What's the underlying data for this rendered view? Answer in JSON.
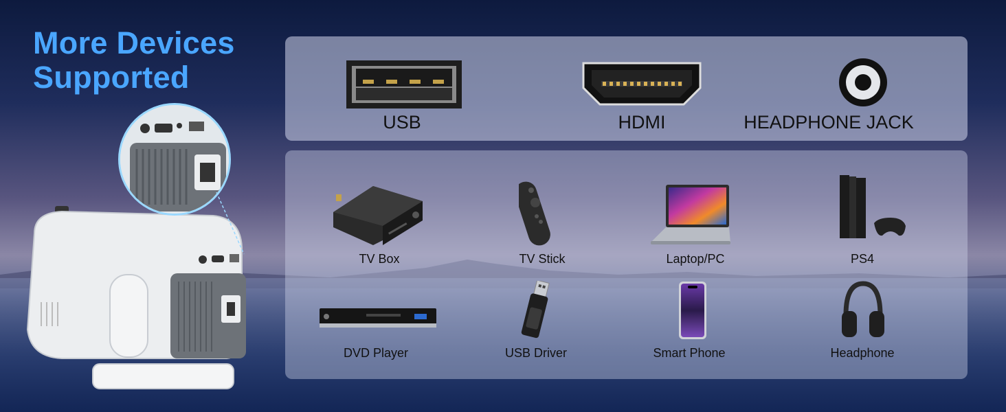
{
  "headline": {
    "line1": "More Devices",
    "line2": "Supported"
  },
  "ports": [
    {
      "label": "USB",
      "icon": "usb-port-icon"
    },
    {
      "label": "HDMI",
      "icon": "hdmi-port-icon"
    },
    {
      "label": "HEADPHONE JACK",
      "icon": "headphone-jack-icon"
    }
  ],
  "devices": [
    {
      "label": "TV Box",
      "icon": "tv-box-icon"
    },
    {
      "label": "TV Stick",
      "icon": "tv-stick-remote-icon"
    },
    {
      "label": "Laptop/PC",
      "icon": "laptop-icon"
    },
    {
      "label": "PS4",
      "icon": "ps4-console-icon"
    },
    {
      "label": "DVD Player",
      "icon": "dvd-player-icon"
    },
    {
      "label": "USB Driver",
      "icon": "usb-drive-icon"
    },
    {
      "label": "Smart Phone",
      "icon": "smartphone-icon"
    },
    {
      "label": "Headphone",
      "icon": "headphone-icon"
    }
  ],
  "colors": {
    "headline": "#4aa6ff",
    "inset_border": "#9ad8ff"
  }
}
